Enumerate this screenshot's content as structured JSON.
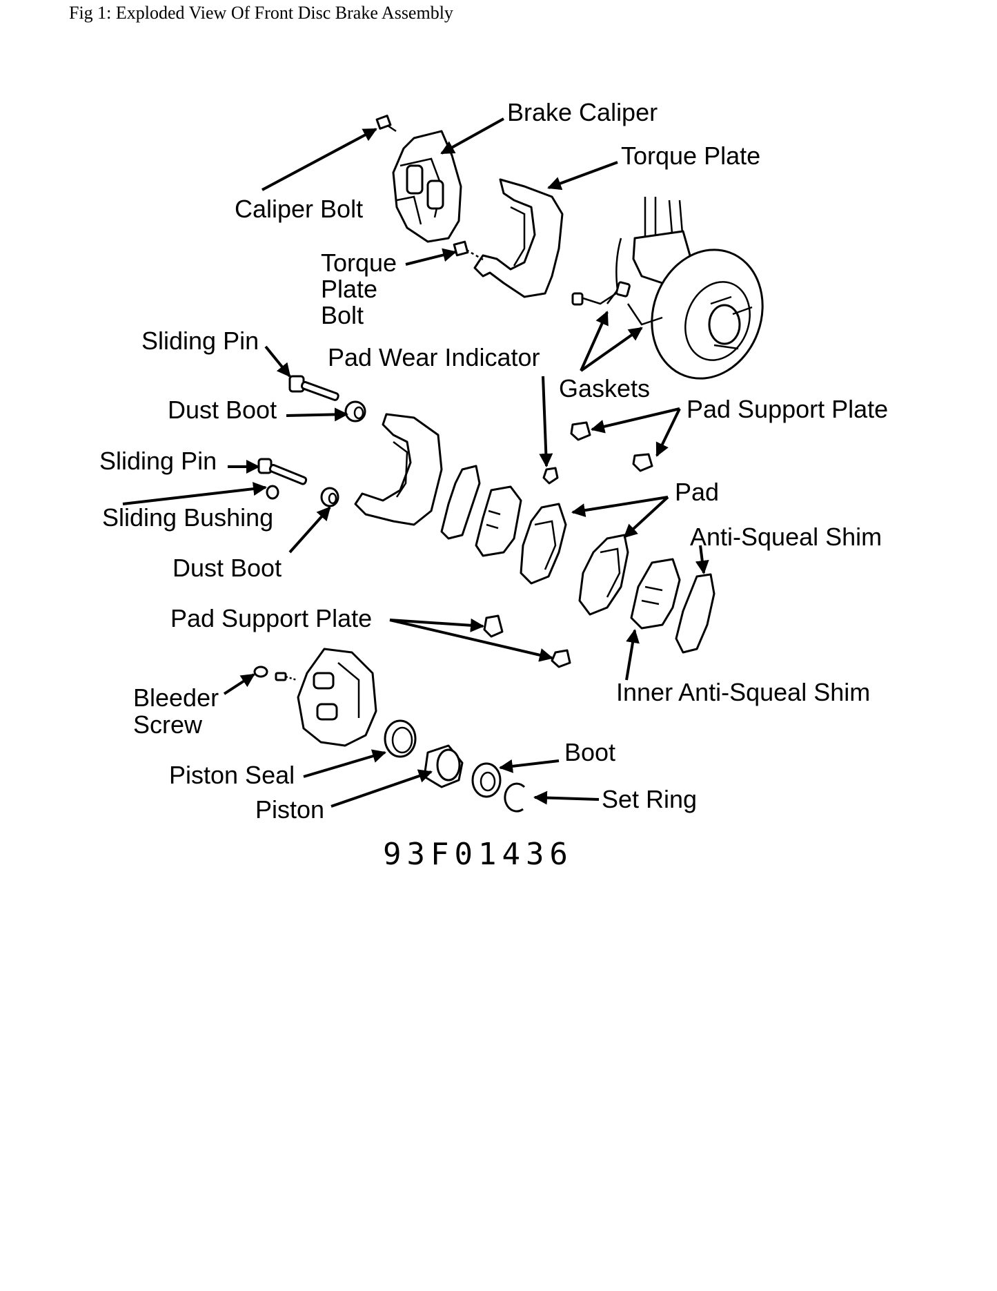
{
  "figure": {
    "caption": "Fig 1: Exploded View Of Front Disc Brake Assembly",
    "code": "93F01436"
  },
  "labels": {
    "brake_caliper": "Brake Caliper",
    "torque_plate": "Torque Plate",
    "caliper_bolt": "Caliper Bolt",
    "torque_plate_bolt_1": "Torque",
    "torque_plate_bolt_2": "Plate",
    "torque_plate_bolt_3": "Bolt",
    "sliding_pin_top": "Sliding Pin",
    "pad_wear_indicator": "Pad Wear Indicator",
    "gaskets": "Gaskets",
    "dust_boot_top": "Dust Boot",
    "pad_support_plate_top": "Pad Support Plate",
    "sliding_pin_mid": "Sliding Pin",
    "pad": "Pad",
    "sliding_bushing": "Sliding Bushing",
    "anti_squeal_shim": "Anti-Squeal Shim",
    "dust_boot_bottom": "Dust Boot",
    "pad_support_plate_bottom": "Pad Support Plate",
    "bleeder_screw_1": "Bleeder",
    "bleeder_screw_2": "Screw",
    "inner_anti_squeal_shim": "Inner Anti-Squeal Shim",
    "boot": "Boot",
    "piston_seal": "Piston Seal",
    "set_ring": "Set Ring",
    "piston": "Piston"
  }
}
